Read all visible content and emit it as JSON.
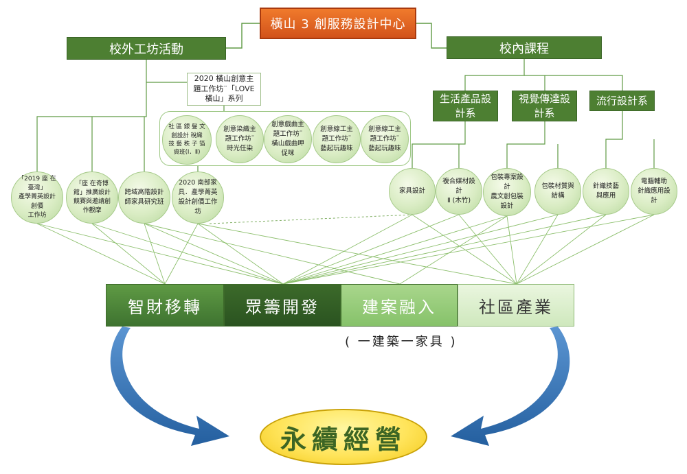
{
  "title": "橫山 3 創服務設計中心",
  "left_branch": {
    "label": "校外工坊活動"
  },
  "right_branch": {
    "label": "校內課程"
  },
  "workshop_2020": {
    "label": "2020 橫山創意主\n題工作坊¨「LOVE\n橫山」系列"
  },
  "departments": [
    {
      "label": "生活產品設\n計系"
    },
    {
      "label": "視覺傳達設\n計系"
    },
    {
      "label": "流行設計系"
    }
  ],
  "workshop_circles": [
    {
      "label": "社 區 銀 髮 文\n創設計 稅織\n技 藝 秩 子 箔\n資班(Ⅰ．Ⅱ)"
    },
    {
      "label": "創意染織主\n題工作坊¨\n時光任染"
    },
    {
      "label": "創意戲曲主\n題工作坊¨\n橫山戲曲呷\n促咪"
    },
    {
      "label": "創意線工主\n題工作坊¨\n藝起玩趣味"
    },
    {
      "label": "創意線工主\n題工作坊¨\n藝起玩趣味"
    }
  ],
  "outside_circles": [
    {
      "label": "「2019 座 在臺灣」\n產學菁英設計創價\n工作坊"
    },
    {
      "label": "「座 在奇博\n館」推廣設計\n競賽與邀請創\n作觀摩"
    },
    {
      "label": "跨域高階設計\n師家具研究班"
    },
    {
      "label": "2020 南部家\n具．產學菁英\n設計創價工作\n坊"
    }
  ],
  "course_circles": [
    {
      "label": "家具設計"
    },
    {
      "label": "複合媒材設計\nⅡ (木竹)"
    },
    {
      "label": "包裝專案設計\n農文創包裝設計"
    },
    {
      "label": "包裝材質與結構"
    },
    {
      "label": "針織技藝\n與應用"
    },
    {
      "label": "電腦輔助\n針織應用設計"
    }
  ],
  "categories": [
    {
      "label": "智財移轉"
    },
    {
      "label": "眾籌開發"
    },
    {
      "label": "建案融入"
    },
    {
      "label": "社區產業"
    }
  ],
  "category_note": "( 一建築一家具 )",
  "goal": "永續經營",
  "colors": {
    "title_orange": "#e0621f",
    "header_green": "#4d7f32",
    "dark_green": "#2f5a22",
    "light_green": "#a9d68c",
    "pale_green": "#e3f2d6",
    "goal_yellow": "#ffe14d",
    "arrow_blue": "#2e6fb6"
  }
}
